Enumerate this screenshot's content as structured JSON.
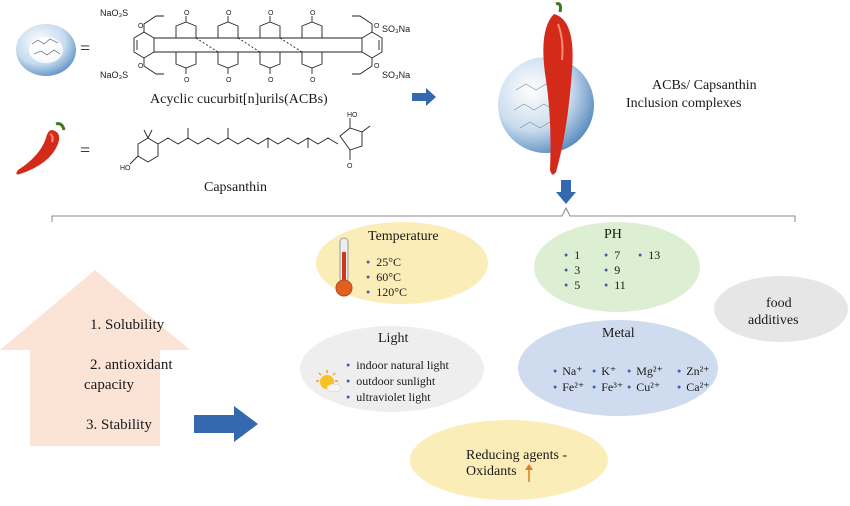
{
  "top": {
    "acb_label": "Acyclic cucurbit[n]urils(ACBs)",
    "capsanthin_label": "Capsanthin",
    "complex_line1": "ACBs/ Capsanthin",
    "complex_line2": "Inclusion complexes",
    "equals": "=",
    "so3na": "SO₃Na",
    "naso3s": "NaO₃S"
  },
  "properties": {
    "item1": "1. Solubility",
    "item2a": "2. antioxidant",
    "item2b": "capacity",
    "item3": "3. Stability"
  },
  "factors": {
    "temperature": {
      "title": "Temperature",
      "items": [
        "25°C",
        "60°C",
        "120°C"
      ]
    },
    "ph": {
      "title": "PH",
      "col1": [
        "1",
        "3",
        "5"
      ],
      "col2": [
        "7",
        "9",
        "11"
      ],
      "col3": [
        "13"
      ]
    },
    "food": {
      "line1": "food",
      "line2": "additives"
    },
    "light": {
      "title": "Light",
      "items": [
        "indoor natural light",
        "outdoor sunlight",
        "ultraviolet light"
      ]
    },
    "metal": {
      "title": "Metal",
      "row1": [
        "Na⁺",
        "K⁺",
        "Mg²⁺",
        "Zn²⁺"
      ],
      "row2": [
        "Fe²⁺",
        "Fe³⁺",
        "Cu²⁺",
        "Ca²⁺"
      ]
    },
    "redox": {
      "line1": "Reducing agents -",
      "line2": "Oxidants"
    }
  },
  "colors": {
    "arrow_blue": "#3469b0",
    "orange_arrow": "#fbe3d6",
    "yellow_ellipse": "#fbedb8",
    "green_ellipse": "#dcefd2",
    "gray_ellipse": "#e6e6e6",
    "light_gray_ellipse": "#eeeeee",
    "blue_ellipse": "#cfdcf0",
    "chili_red": "#d42a1a"
  }
}
